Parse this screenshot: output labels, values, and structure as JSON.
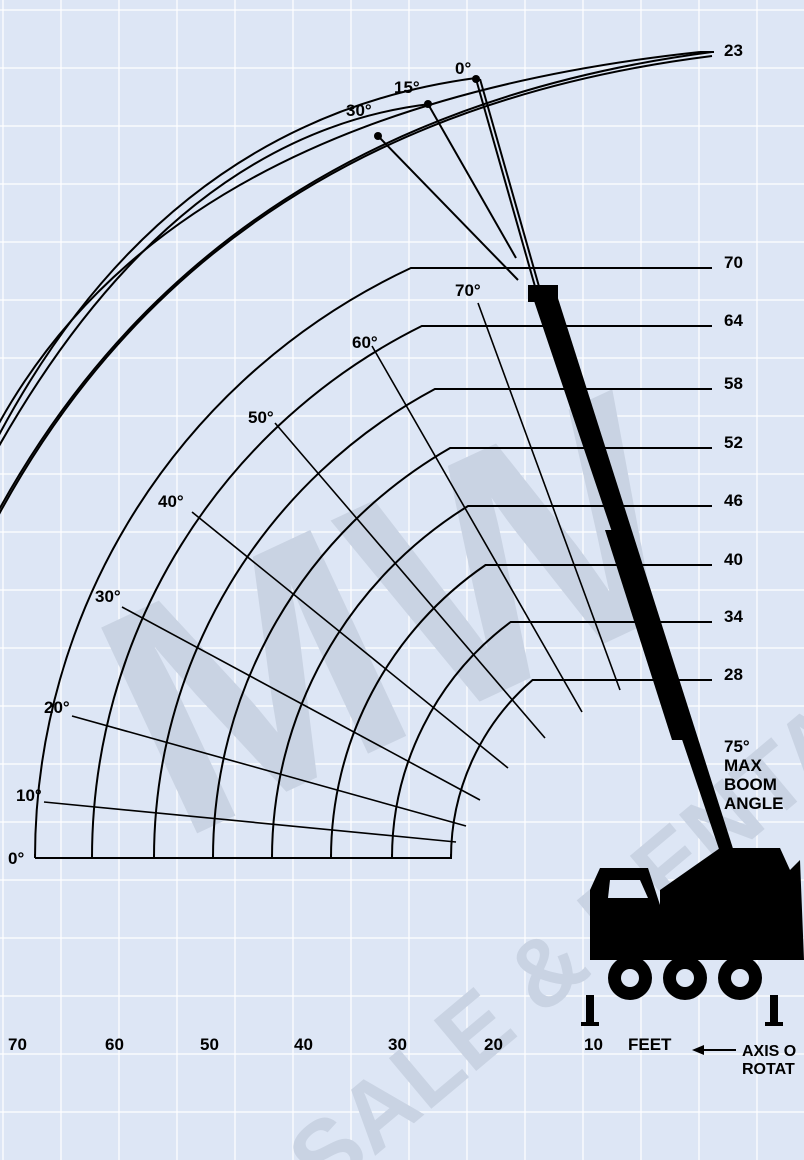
{
  "watermark": {
    "line1": "MW",
    "line2": "SALE & RENTAL"
  },
  "boom_lengths": [
    "23",
    "70",
    "64",
    "58",
    "52",
    "46",
    "40",
    "34",
    "28"
  ],
  "load_angles": [
    "70°",
    "60°",
    "50°",
    "40°",
    "30°",
    "20°",
    "10°",
    "0°"
  ],
  "jib_offsets": [
    "0°",
    "15°",
    "30°"
  ],
  "max_boom": {
    "angle": "75°",
    "line1": "MAX",
    "line2": "BOOM",
    "line3": "ANGLE"
  },
  "radius_axis": {
    "ticks": [
      "70",
      "60",
      "50",
      "40",
      "30",
      "20",
      "10"
    ],
    "unit": "FEET"
  },
  "axis_label": {
    "line1": "AXIS O",
    "line2": "ROTAT"
  },
  "colors": {
    "background": "#dde6f5",
    "grid": "#ffffff",
    "ink": "#000000",
    "watermark": "#c9d3e3"
  }
}
